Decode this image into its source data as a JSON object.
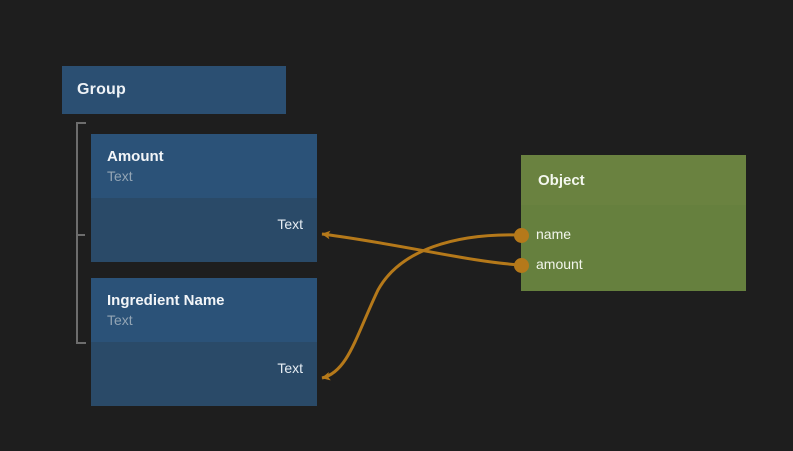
{
  "canvas": {
    "background_color": "#1e1e1e",
    "edge_color": "#b5791a"
  },
  "group": {
    "label": "Group",
    "header_color": "#2b4f72",
    "bracket_color": "#6d6d6d"
  },
  "nodes": [
    {
      "id": "amount-node",
      "title": "Amount",
      "subtitle": "Text",
      "output_label": "Text",
      "header_color": "#2b5278",
      "body_color": "#2a4a68"
    },
    {
      "id": "ingredient-name-node",
      "title": "Ingredient Name",
      "subtitle": "Text",
      "output_label": "Text",
      "header_color": "#2b5278",
      "body_color": "#2a4a68"
    },
    {
      "id": "object-node",
      "title": "Object",
      "header_color": "#6a8240",
      "body_color": "#66803e",
      "fields": [
        {
          "label": "name",
          "port_color": "#b5791a"
        },
        {
          "label": "amount",
          "port_color": "#b5791a"
        }
      ]
    }
  ],
  "connections": [
    {
      "from": "object-node.amount",
      "to": "amount-node.Text"
    },
    {
      "from": "object-node.name",
      "to": "ingredient-name-node.Text"
    }
  ]
}
